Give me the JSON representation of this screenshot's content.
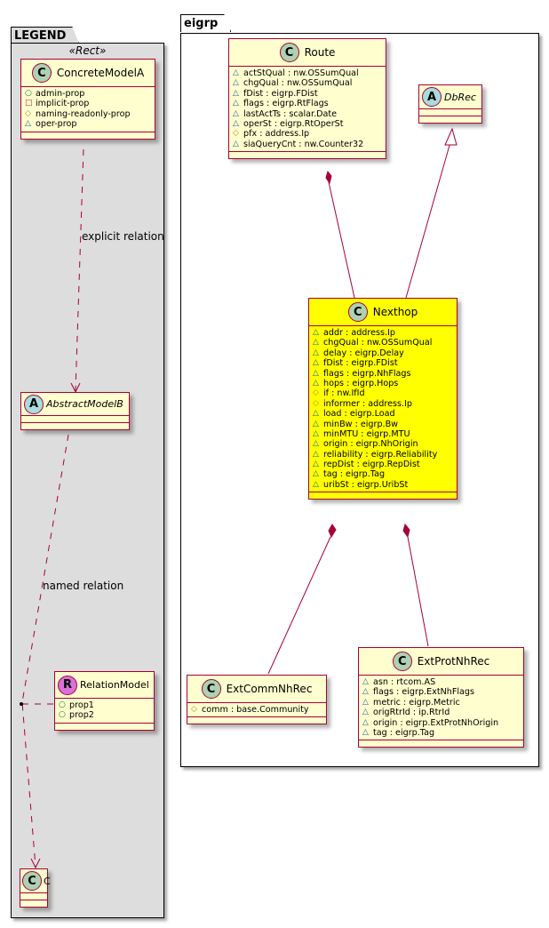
{
  "legend": {
    "package_name": "LEGEND",
    "stereotype": "«Rect»",
    "concrete_model": {
      "name": "ConcreteModelA",
      "kind": "class",
      "attributes": [
        {
          "vis": "public",
          "symbol": "○",
          "text": "admin-prop"
        },
        {
          "vis": "private",
          "symbol": "□",
          "text": "implicit-prop"
        },
        {
          "vis": "protected",
          "symbol": "◇",
          "text": "naming-readonly-prop"
        },
        {
          "vis": "package",
          "symbol": "△",
          "text": "oper-prop"
        }
      ]
    },
    "abstract_model": {
      "name": "AbstractModelB",
      "kind": "abstract"
    },
    "relation_model": {
      "name": "RelationModel",
      "kind": "relation",
      "attributes": [
        {
          "vis": "public",
          "symbol": "○",
          "text": "prop1"
        },
        {
          "vis": "public",
          "symbol": "○",
          "text": "prop2"
        }
      ]
    },
    "c_model": {
      "name": "C",
      "kind": "class"
    },
    "explicit_relation_label": "explicit relation",
    "named_relation_label": "named relation"
  },
  "eigrp": {
    "package_name": "eigrp",
    "route": {
      "name": "Route",
      "attributes": [
        {
          "vis": "package",
          "symbol": "△",
          "text": "actStQual : nw.OSSumQual"
        },
        {
          "vis": "package",
          "symbol": "△",
          "text": "chgQual : nw.OSSumQual"
        },
        {
          "vis": "package",
          "symbol": "△",
          "text": "fDist : eigrp.FDist"
        },
        {
          "vis": "package",
          "symbol": "△",
          "text": "flags : eigrp.RtFlags"
        },
        {
          "vis": "package",
          "symbol": "△",
          "text": "lastActTs : scalar.Date"
        },
        {
          "vis": "package",
          "symbol": "△",
          "text": "operSt : eigrp.RtOperSt"
        },
        {
          "vis": "protected",
          "symbol": "◇",
          "text": "pfx : address.Ip"
        },
        {
          "vis": "package",
          "symbol": "△",
          "text": "siaQueryCnt : nw.Counter32"
        }
      ]
    },
    "dbrec": {
      "name": "DbRec",
      "kind": "abstract"
    },
    "nexthop": {
      "name": "Nexthop",
      "highlight_color": "#FFFF00",
      "attributes": [
        {
          "vis": "package",
          "symbol": "△",
          "text": "addr : address.Ip"
        },
        {
          "vis": "package",
          "symbol": "△",
          "text": "chgQual : nw.OSSumQual"
        },
        {
          "vis": "package",
          "symbol": "△",
          "text": "delay : eigrp.Delay"
        },
        {
          "vis": "package",
          "symbol": "△",
          "text": "fDist : eigrp.FDist"
        },
        {
          "vis": "package",
          "symbol": "△",
          "text": "flags : eigrp.NhFlags"
        },
        {
          "vis": "package",
          "symbol": "△",
          "text": "hops : eigrp.Hops"
        },
        {
          "vis": "protected",
          "symbol": "◇",
          "text": "if : nw.IfId"
        },
        {
          "vis": "protected",
          "symbol": "◇",
          "text": "informer : address.Ip"
        },
        {
          "vis": "package",
          "symbol": "△",
          "text": "load : eigrp.Load"
        },
        {
          "vis": "package",
          "symbol": "△",
          "text": "minBw : eigrp.Bw"
        },
        {
          "vis": "package",
          "symbol": "△",
          "text": "minMTU : eigrp.MTU"
        },
        {
          "vis": "package",
          "symbol": "△",
          "text": "origin : eigrp.NhOrigin"
        },
        {
          "vis": "package",
          "symbol": "△",
          "text": "reliability : eigrp.Reliability"
        },
        {
          "vis": "package",
          "symbol": "△",
          "text": "repDist : eigrp.RepDist"
        },
        {
          "vis": "package",
          "symbol": "△",
          "text": "tag : eigrp.Tag"
        },
        {
          "vis": "package",
          "symbol": "△",
          "text": "uribSt : eigrp.UribSt"
        }
      ]
    },
    "extcomm": {
      "name": "ExtCommNhRec",
      "attributes": [
        {
          "vis": "protected",
          "symbol": "◇",
          "text": "comm : base.Community"
        }
      ]
    },
    "extprot": {
      "name": "ExtProtNhRec",
      "attributes": [
        {
          "vis": "package",
          "symbol": "△",
          "text": "asn : rtcom.AS"
        },
        {
          "vis": "package",
          "symbol": "△",
          "text": "flags : eigrp.ExtNhFlags"
        },
        {
          "vis": "package",
          "symbol": "△",
          "text": "metric : eigrp.Metric"
        },
        {
          "vis": "package",
          "symbol": "△",
          "text": "origRtrId : ip.RtrId"
        },
        {
          "vis": "package",
          "symbol": "△",
          "text": "origin : eigrp.ExtProtNhOrigin"
        },
        {
          "vis": "package",
          "symbol": "△",
          "text": "tag : eigrp.Tag"
        }
      ]
    }
  },
  "badges": {
    "class": "C",
    "abstract": "A",
    "relation": "R"
  },
  "colors": {
    "border": "#A80036",
    "class_fill": "#FEFECE",
    "legend_fill": "#DDDDDD",
    "highlight": "#FFFF00"
  }
}
